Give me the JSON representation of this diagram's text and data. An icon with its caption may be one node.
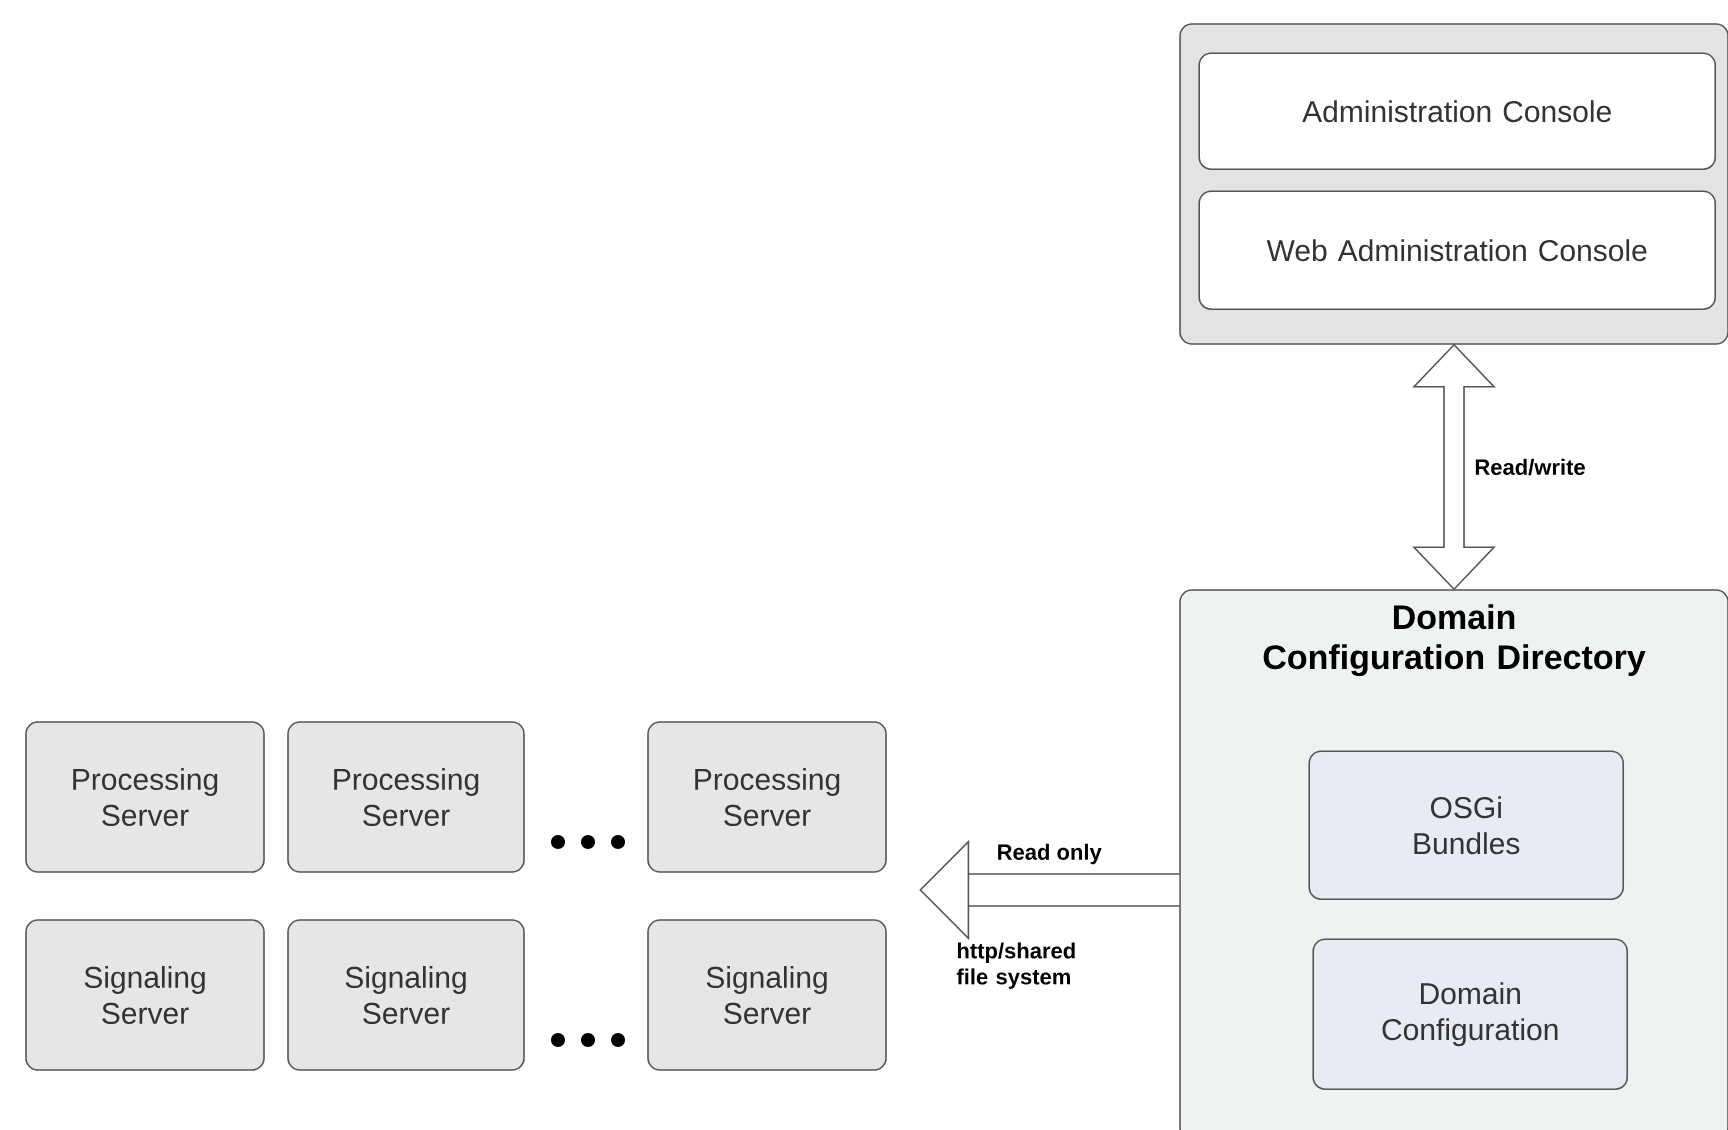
{
  "diagram": {
    "nodes": [
      {
        "text": [],
        "shape": "box"
      },
      {
        "text": [
          "Administration Console"
        ],
        "in": 0
      },
      {
        "text": [
          "Web Administration Console"
        ],
        "in": 0
      },
      {
        "text": [
          "Domain Configuration Directory"
        ]
      },
      {
        "text": [
          "OSGi Bundles"
        ],
        "in": 3
      },
      {
        "text": [
          "Domain Configuration"
        ],
        "in": 3
      },
      {
        "text": [
          "Processing Server"
        ]
      },
      {
        "text": [
          "Processing Server"
        ]
      },
      {
        "text": [
          "Processing Server"
        ]
      },
      {
        "text": [
          "Signaling Server"
        ]
      },
      {
        "text": [
          "Signaling Server"
        ]
      },
      {
        "text": [
          "Signaling Server"
        ]
      }
    ],
    "edges": [
      {
        "from": 0,
        "to": 3,
        "arrow": "both",
        "label": "Read/write"
      },
      {
        "from": 3,
        "to": null,
        "arrow": "to",
        "label": "Read only"
      }
    ],
    "labels": [
      "http/shared file system"
    ]
  }
}
